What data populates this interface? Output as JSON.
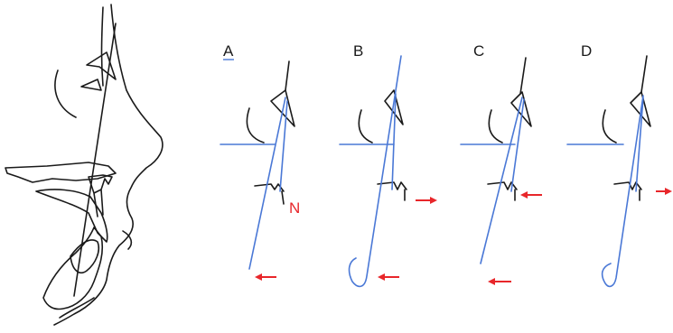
{
  "panels": [
    {
      "label": "A",
      "annotation": "N",
      "arrows": [
        "left-bottom"
      ]
    },
    {
      "label": "B",
      "annotation": "",
      "arrows": [
        "right-middle",
        "left-bottom"
      ]
    },
    {
      "label": "C",
      "annotation": "",
      "arrows": [
        "left-middle",
        "left-bottom"
      ]
    },
    {
      "label": "D",
      "annotation": "",
      "arrows": [
        "right-middle"
      ]
    }
  ],
  "colors": {
    "outline": "#1a1a1a",
    "reference_line": "#4a78d6",
    "arrow": "#e8262a"
  }
}
